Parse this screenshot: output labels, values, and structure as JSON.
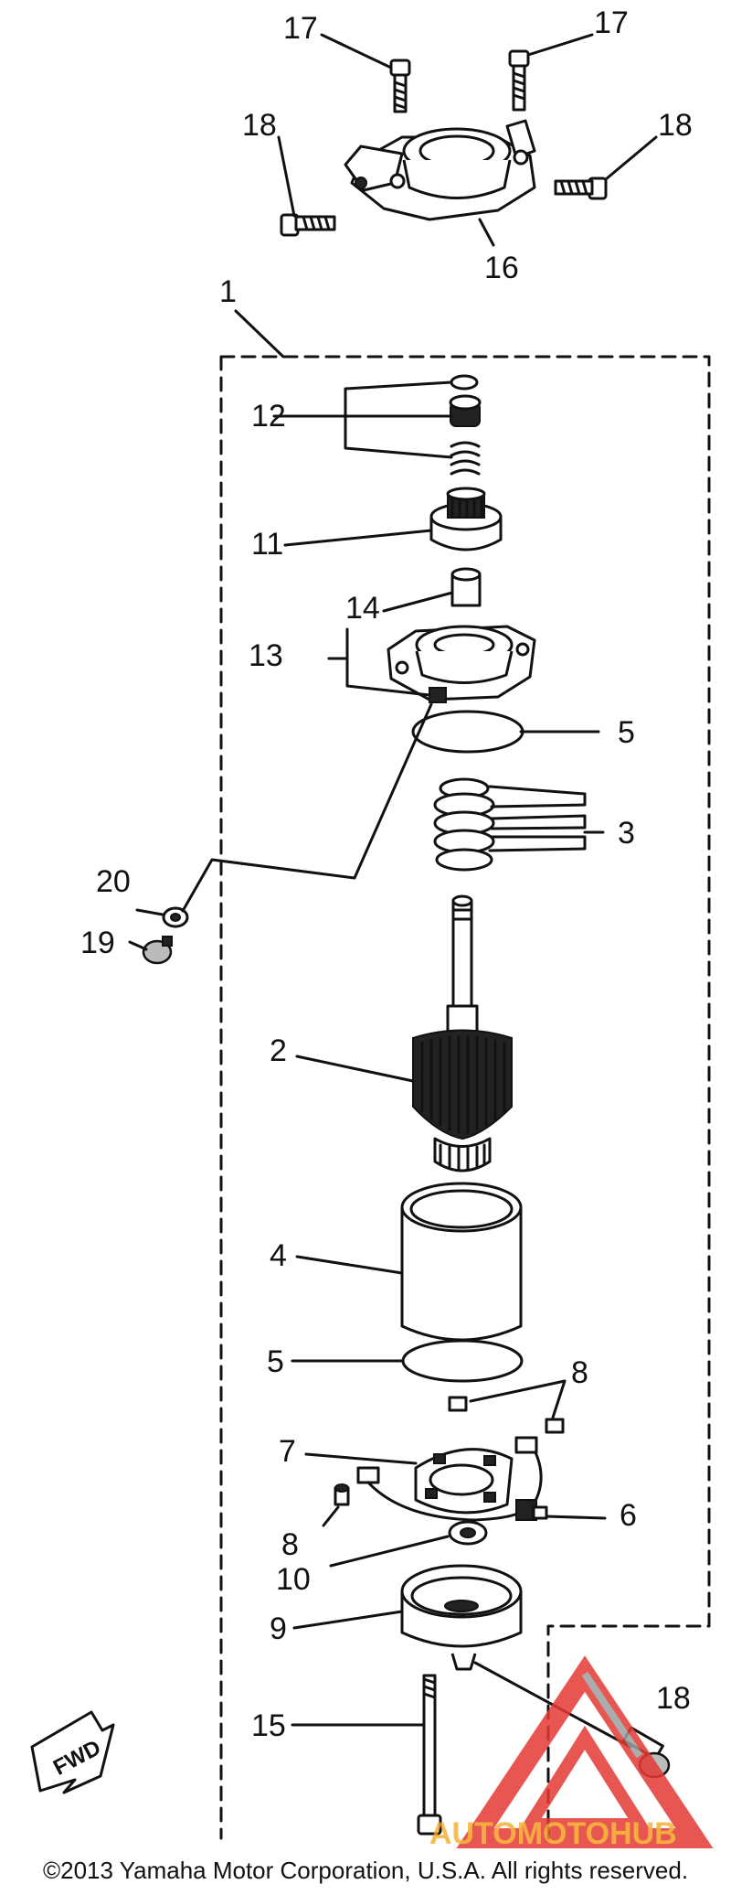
{
  "diagram": {
    "callouts": [
      {
        "id": "17a",
        "text": "17"
      },
      {
        "id": "17b",
        "text": "17"
      },
      {
        "id": "18a",
        "text": "18"
      },
      {
        "id": "18b",
        "text": "18"
      },
      {
        "id": "16",
        "text": "16"
      },
      {
        "id": "1",
        "text": "1"
      },
      {
        "id": "12",
        "text": "12"
      },
      {
        "id": "11",
        "text": "11"
      },
      {
        "id": "14",
        "text": "14"
      },
      {
        "id": "13",
        "text": "13"
      },
      {
        "id": "5a",
        "text": "5"
      },
      {
        "id": "3",
        "text": "3"
      },
      {
        "id": "20",
        "text": "20"
      },
      {
        "id": "19",
        "text": "19"
      },
      {
        "id": "2",
        "text": "2"
      },
      {
        "id": "4",
        "text": "4"
      },
      {
        "id": "5b",
        "text": "5"
      },
      {
        "id": "8a",
        "text": "8"
      },
      {
        "id": "7",
        "text": "7"
      },
      {
        "id": "6",
        "text": "6"
      },
      {
        "id": "8b",
        "text": "8"
      },
      {
        "id": "10",
        "text": "10"
      },
      {
        "id": "9",
        "text": "9"
      },
      {
        "id": "15",
        "text": "15"
      },
      {
        "id": "18c",
        "text": "18"
      }
    ],
    "fwd_label": "FWD",
    "copyright": "©2013 Yamaha Motor Corporation, U.S.A. All rights reserved.",
    "watermark": "AUTOMOTOHUB",
    "colors": {
      "ink": "#111111",
      "watermark_red": "#e53935",
      "watermark_orange": "#f6a821",
      "watermark_grey": "#9e9e9e"
    }
  }
}
